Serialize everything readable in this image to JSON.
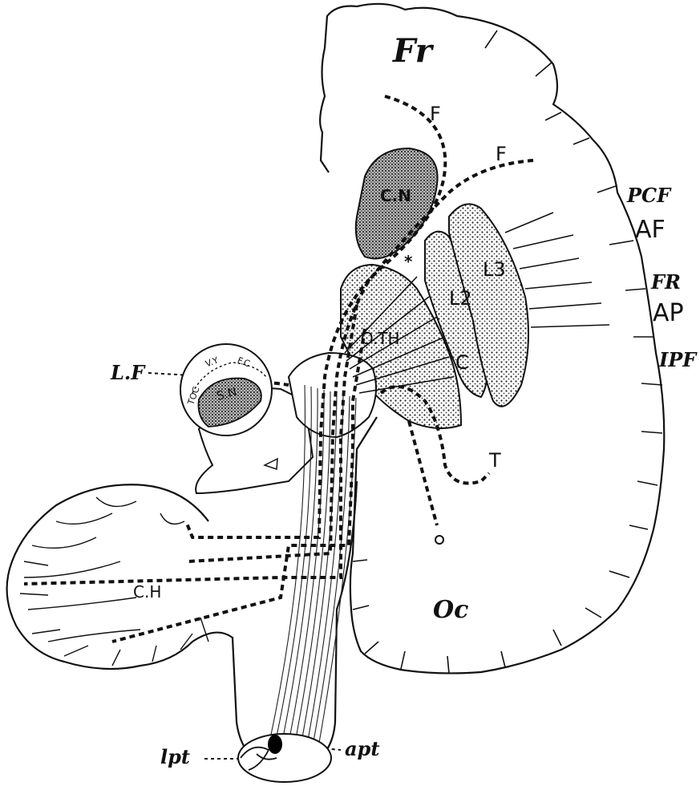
{
  "labels": {
    "fr": "Fr",
    "f_upper": "F",
    "f_lower": "F",
    "cn": "C.N",
    "pcf": "PCF",
    "af": "AF",
    "fr_right": "FR",
    "ap": "AP",
    "ipf": "IPF",
    "l2": "L2",
    "l3": "L3",
    "oth": "O.TH",
    "c": "C",
    "lf": "L.F",
    "toc": "TOC",
    "vv": "V.Y",
    "fc": "F.C",
    "sn": "S.N",
    "t": "T",
    "o": "O",
    "ch": "C.H",
    "oc": "Oc",
    "star": "*",
    "lpt": "lpt",
    "apt": "apt"
  }
}
